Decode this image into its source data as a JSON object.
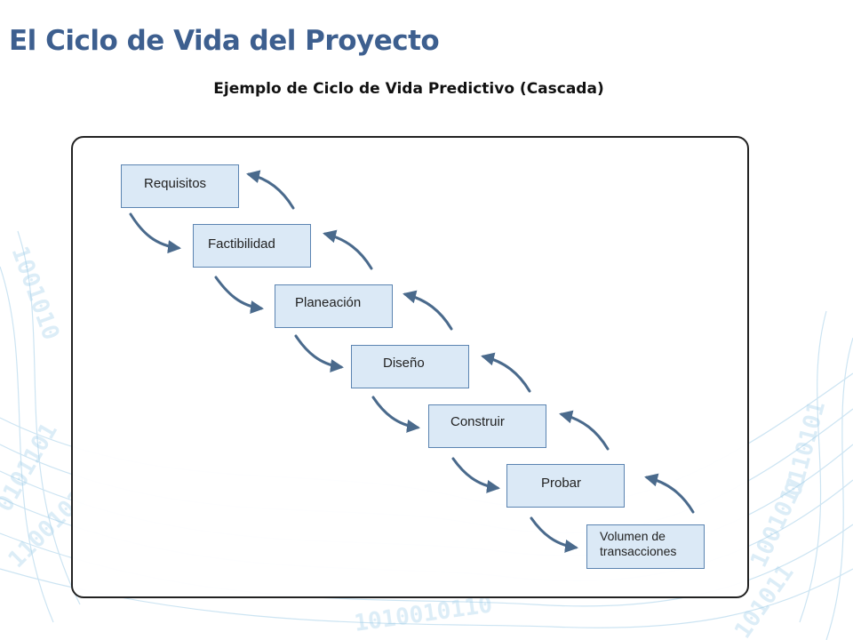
{
  "slide": {
    "title": "El Ciclo de Vida del Proyecto",
    "subtitle": "Ejemplo de Ciclo de Vida Predictivo (Cascada)"
  },
  "diagram": {
    "phases": [
      {
        "id": "requisitos",
        "label": "Requisitos"
      },
      {
        "id": "factibilidad",
        "label": "Factibilidad"
      },
      {
        "id": "planeacion",
        "label": "Planeación"
      },
      {
        "id": "diseno",
        "label": "Diseño"
      },
      {
        "id": "construir",
        "label": "Construir"
      },
      {
        "id": "probar",
        "label": "Probar"
      },
      {
        "id": "volumen",
        "label": "Volumen de\ntransacciones"
      }
    ],
    "colors": {
      "title": "#3d5f8f",
      "box_fill": "#dbe9f6",
      "box_border": "#5b84b1",
      "arrow": "#4a6a8c",
      "background_pattern": "#8fc4e4"
    },
    "arrow_icon": "curved-arrow-icon"
  }
}
